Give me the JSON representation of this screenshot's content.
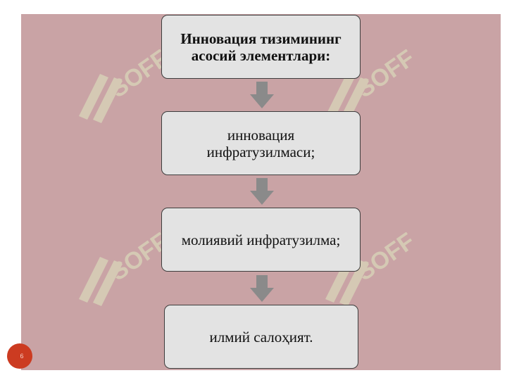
{
  "diagram": {
    "nodes": [
      {
        "id": "title",
        "text": "Инновация тизимининг асосий элементлари:",
        "bold": true
      },
      {
        "id": "infra",
        "text": "инновация инфратузилмаси;",
        "bold": false
      },
      {
        "id": "finance",
        "text": "молиявий инфратузилма;",
        "bold": false
      },
      {
        "id": "science",
        "text": "илмий салоҳият.",
        "bold": false
      }
    ],
    "edges": [
      {
        "from": "title",
        "to": "infra"
      },
      {
        "from": "infra",
        "to": "finance"
      },
      {
        "from": "finance",
        "to": "science"
      }
    ]
  },
  "watermark": {
    "text": "SOFF",
    "color": "#dfe8c2"
  },
  "colors": {
    "slide_background": "#c9a3a5",
    "node_fill": "#e3e3e3",
    "node_border": "#3d3d3d",
    "arrow": "#8a8a8a",
    "page_badge": "#cc3b21"
  },
  "slide": {
    "page_number": "6"
  }
}
